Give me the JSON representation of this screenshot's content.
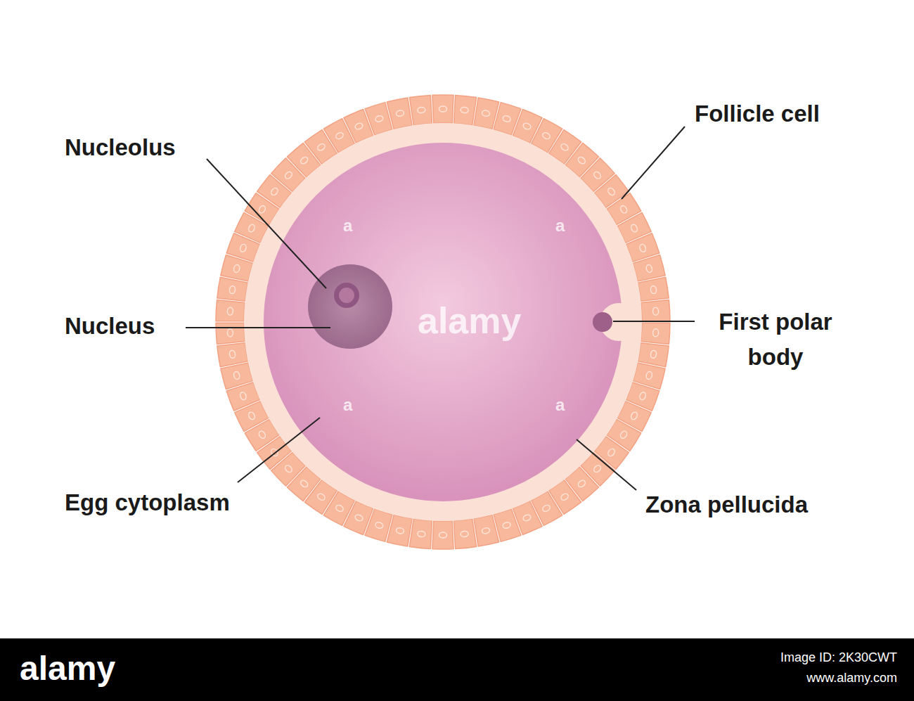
{
  "diagram": {
    "labels": [
      "Nucleolus",
      "Nucleus",
      "Egg cytoplasm",
      "Follicle cell",
      "First polar body",
      "Zona pellucida",
      "a",
      "a",
      "a",
      "a",
      "alamy",
      "alamy",
      "Image ID: 2K30CWT",
      "www.alamy.com"
    ]
  }
}
